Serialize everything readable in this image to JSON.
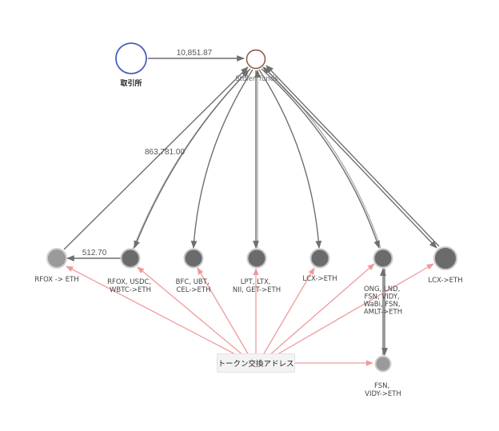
{
  "colors": {
    "exchange_stroke": "#4a5fc1",
    "stolen_stroke": "#8b4a3c",
    "dark_node": "#6b6b6b",
    "light_node": "#9a9a9a",
    "node_halo": "#c8c8c8",
    "gray_edge": "#6f6f6f",
    "pink_edge": "#f09a9a"
  },
  "nodes": [
    {
      "id": "exchange",
      "label": "取引所",
      "kind": "exchange"
    },
    {
      "id": "stolen",
      "label": "Stolen funds",
      "kind": "stolen"
    },
    {
      "id": "n1",
      "label_lines": [
        "RFOX -> ETH"
      ],
      "kind": "light"
    },
    {
      "id": "n2",
      "label_lines": [
        "RFOX, USDC,",
        "WBTC->ETH"
      ],
      "kind": "dark"
    },
    {
      "id": "n3",
      "label_lines": [
        "BFC, UBT,",
        "CEL->ETH"
      ],
      "kind": "dark"
    },
    {
      "id": "n4",
      "label_lines": [
        "LPT, LTX,",
        "NII, GET->ETH"
      ],
      "kind": "dark"
    },
    {
      "id": "n5",
      "label_lines": [
        "LCX->ETH"
      ],
      "kind": "dark"
    },
    {
      "id": "n6",
      "label_lines": [
        "ONG, LND,",
        "FSN, VIDY,",
        "WaBi, FSN,",
        "AMLT->ETH"
      ],
      "kind": "dark"
    },
    {
      "id": "n7",
      "label_lines": [
        "LCX->ETH"
      ],
      "kind": "dark-large"
    },
    {
      "id": "n8",
      "label_lines": [
        "FSN,",
        "VIDY->ETH"
      ],
      "kind": "light"
    },
    {
      "id": "source",
      "label": "トークン交換アドレス",
      "kind": "box"
    }
  ],
  "edges": [
    {
      "from": "exchange",
      "to": "stolen",
      "label": "10,851.87",
      "color": "gray"
    },
    {
      "from": "n1",
      "to": "stolen",
      "label": "863,781.00",
      "color": "gray"
    },
    {
      "from": "stolen",
      "to": "n2",
      "label": "",
      "color": "gray"
    },
    {
      "from": "stolen",
      "to": "n3",
      "label": "",
      "color": "gray"
    },
    {
      "from": "stolen",
      "to": "n4",
      "label": "",
      "color": "gray"
    },
    {
      "from": "stolen",
      "to": "n5",
      "label": "",
      "color": "gray"
    },
    {
      "from": "stolen",
      "to": "n6",
      "label": "",
      "color": "gray"
    },
    {
      "from": "stolen",
      "to": "n7",
      "label": "",
      "color": "gray"
    },
    {
      "from": "n7",
      "to": "stolen",
      "label": "",
      "color": "gray"
    },
    {
      "from": "n2",
      "to": "n1",
      "label": "512.70",
      "color": "gray"
    },
    {
      "from": "n8",
      "to": "n6",
      "label": "",
      "color": "gray"
    },
    {
      "from": "source",
      "to": "n1",
      "label": "",
      "color": "pink"
    },
    {
      "from": "source",
      "to": "n2",
      "label": "",
      "color": "pink"
    },
    {
      "from": "source",
      "to": "n3",
      "label": "",
      "color": "pink"
    },
    {
      "from": "source",
      "to": "n4",
      "label": "",
      "color": "pink"
    },
    {
      "from": "source",
      "to": "n5",
      "label": "",
      "color": "pink"
    },
    {
      "from": "source",
      "to": "n6",
      "label": "",
      "color": "pink"
    },
    {
      "from": "source",
      "to": "n7",
      "label": "",
      "color": "pink"
    },
    {
      "from": "source",
      "to": "n8",
      "label": "",
      "color": "pink"
    }
  ]
}
